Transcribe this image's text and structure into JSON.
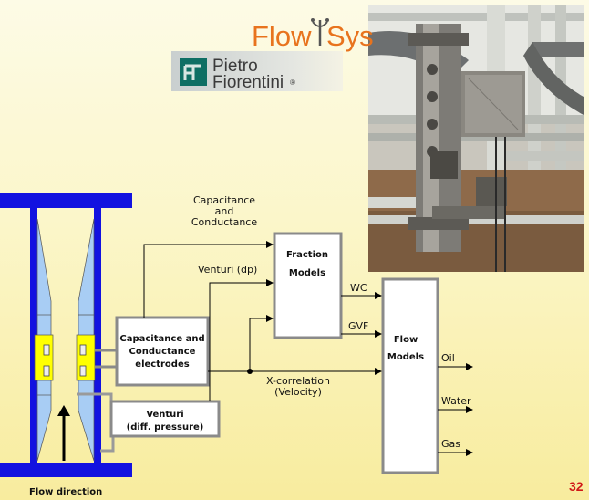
{
  "logos": {
    "flowsys_part1": "Flow",
    "flowsys_part2": "Sys",
    "pf_line1": "Pietro",
    "pf_line2": "Fiorentini",
    "pf_mark": "®"
  },
  "diagram": {
    "capacitance_label_1": "Capacitance",
    "capacitance_label_2": "and",
    "capacitance_label_3": "Conductance",
    "venturi_dp_label": "Venturi (dp)",
    "fraction_models_1": "Fraction",
    "fraction_models_2": "Models",
    "wc_label": "WC",
    "gvf_label": "GVF",
    "flow_models_1": "Flow",
    "flow_models_2": "Models",
    "electrodes_1": "Capacitance and",
    "electrodes_2": "Conductance",
    "electrodes_3": "electrodes",
    "xcorr_1": "X-correlation",
    "xcorr_2": "(Velocity)",
    "venturi_box_1": "Venturi",
    "venturi_box_2": "(diff. pressure)",
    "oil_label": "Oil",
    "water_label": "Water",
    "gas_label": "Gas",
    "flow_direction": "Flow direction"
  },
  "page_number": "32",
  "colors": {
    "pipe_blue": "#1212e0",
    "venturi_fill": "#a8cdf4",
    "electrode_yellow": "#ffff00",
    "flowsys_orange": "#e8731d",
    "page_number_red": "#d01818"
  }
}
